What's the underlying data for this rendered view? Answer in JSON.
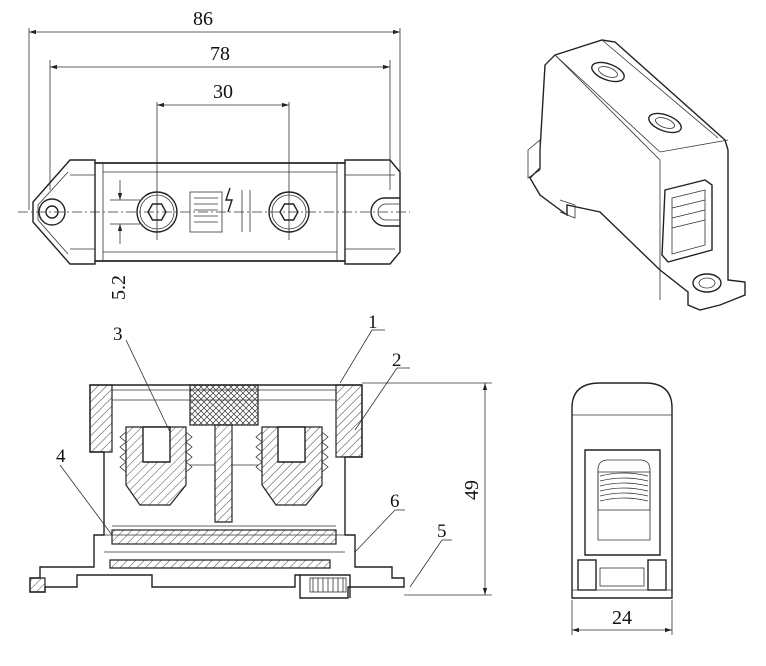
{
  "dimensions": {
    "overall_width": "86",
    "mounting_width": "78",
    "screw_pitch": "30",
    "hole_dia": "5.2",
    "height": "49",
    "side_width": "24"
  },
  "callouts": [
    "1",
    "2",
    "3",
    "4",
    "5",
    "6"
  ],
  "colors": {
    "line": "#222222",
    "background": "#ffffff"
  }
}
